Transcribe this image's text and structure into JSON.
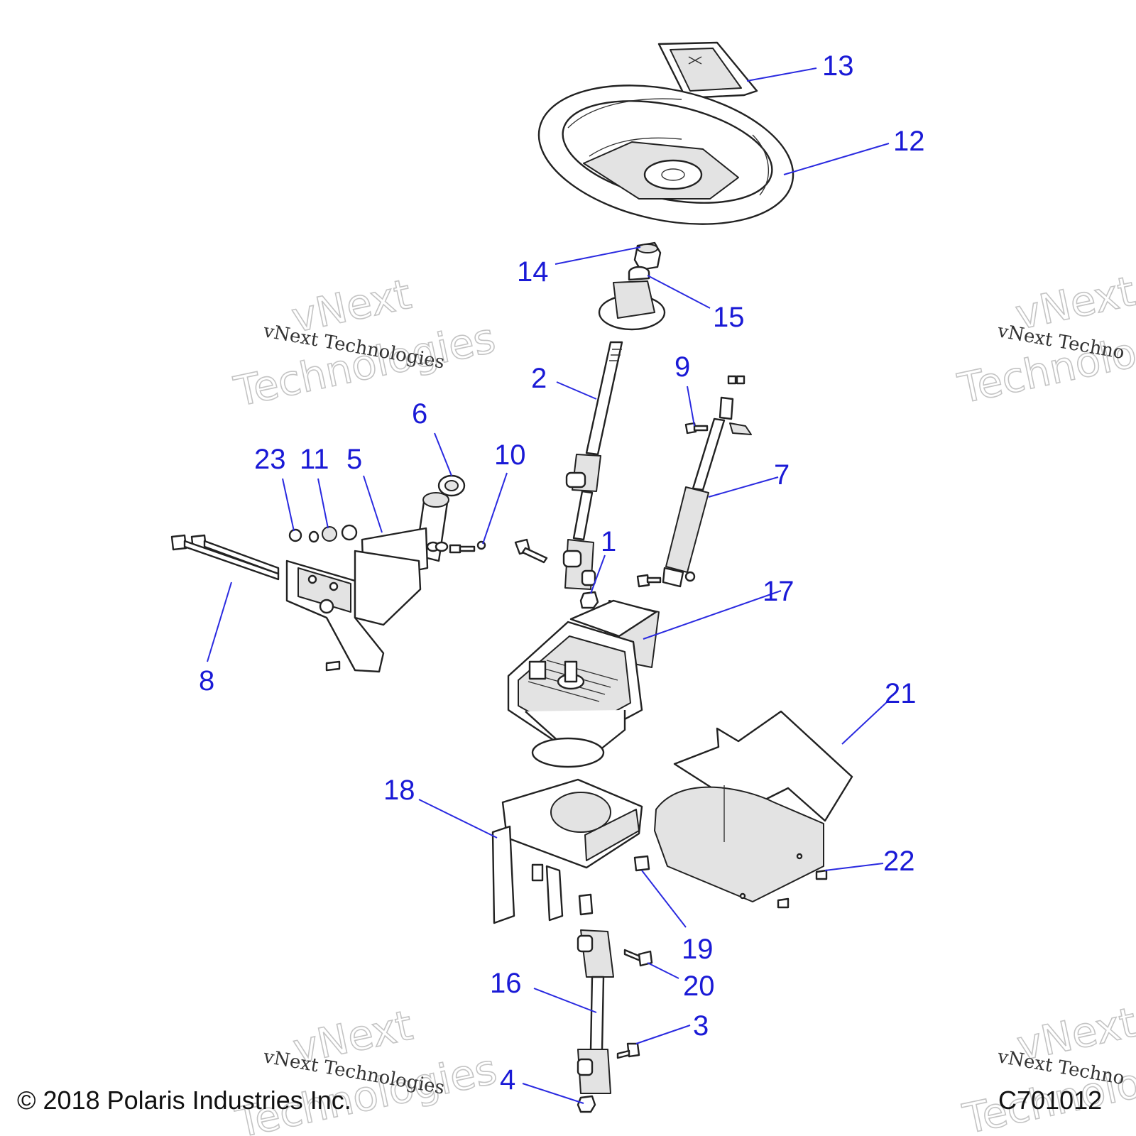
{
  "diagram": {
    "callouts": [
      "13",
      "12",
      "14",
      "15",
      "2",
      "9",
      "6",
      "23",
      "11",
      "5",
      "10",
      "7",
      "1",
      "17",
      "8",
      "21",
      "18",
      "22",
      "19",
      "20",
      "16",
      "3",
      "4"
    ]
  },
  "watermark": {
    "line1": "vNext Technologies",
    "line2": "vNext",
    "line3": "Technologies",
    "line1_cut": "vNext Techno",
    "line3_cut": "Technolo"
  },
  "footer": {
    "copyright": "© 2018 Polaris Industries Inc.",
    "code": "C701012"
  },
  "colors": {
    "callout": "#1a1ad6",
    "line_art": "#222222"
  }
}
